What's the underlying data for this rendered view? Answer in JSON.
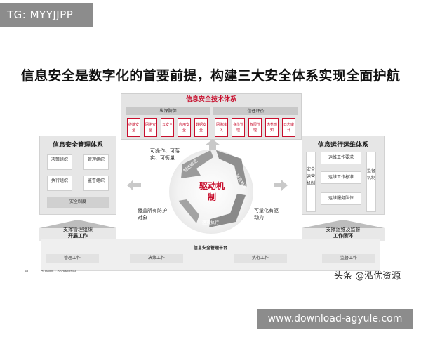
{
  "tag": "TG: MYYJJPP",
  "headline": "信息安全是数字化的首要前提，构建三大安全体系实现全面护航",
  "tech": {
    "title": "信息安全技术体系",
    "sub_left": "纵深防御",
    "sub_right": "信任评价",
    "chips_left": [
      "终端安全",
      "网络安全",
      "云安全",
      "应用安全",
      "数据安全"
    ],
    "chips_right": [
      "网络准入",
      "身份管理",
      "权限管理",
      "态势感知",
      "日志审计"
    ]
  },
  "mgmt": {
    "title": "信息安全管理体系",
    "cells": [
      "决策组织",
      "管理组织",
      "执行组织",
      "监督组织"
    ],
    "system": "安全制度"
  },
  "ops": {
    "title": "信息运行运维体系",
    "left_vertical": "安全运营机制",
    "right_vertical": "监督机制",
    "items": [
      "运维工作要求",
      "运维工作标准",
      "运维服务队伍"
    ]
  },
  "cycle": {
    "drive": "驱动机制",
    "seg_top": "可操作、可落实、可衡量",
    "seg_left": "覆盖所有防护对象",
    "seg_right": "可量化有驱动力",
    "arrow_top_left": "制定规范",
    "arrow_top_right": "落实检查",
    "arrow_bottom": "落实执行"
  },
  "support_left": {
    "line1": "支撑管理组织",
    "line2": "开展工作"
  },
  "support_right": {
    "line1": "支撑运维及监督",
    "line2": "工作闭环"
  },
  "platform": {
    "title": "信息安全管理平台",
    "cells": [
      "管理工作",
      "决策工作",
      "执行工作",
      "监督工作"
    ]
  },
  "footer": {
    "page": "38",
    "confidential": "Huawei Confidential"
  },
  "watermark": "头条 @泓优资源",
  "url": "www.download-agyule.com",
  "colors": {
    "accent": "#c8102e",
    "panel": "#e6e6e6"
  }
}
